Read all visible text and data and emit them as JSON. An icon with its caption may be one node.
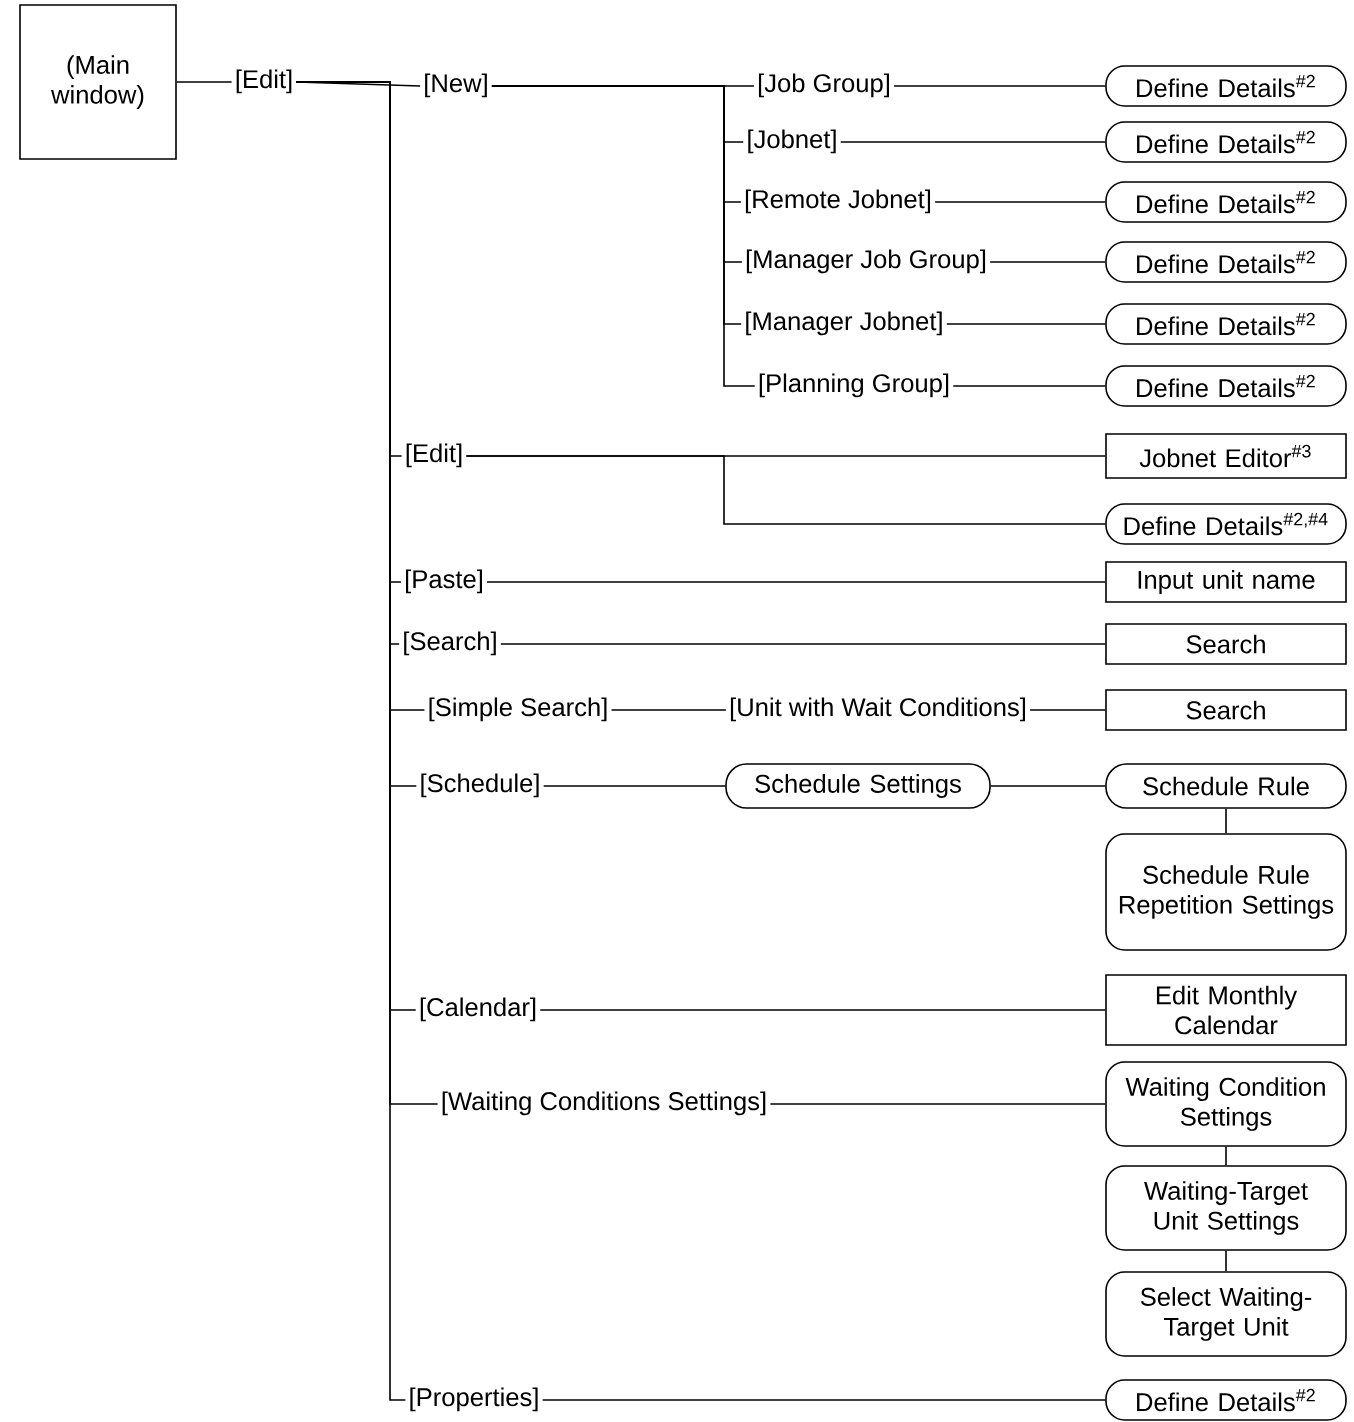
{
  "diagram": {
    "nodes": [
      {
        "text": [
          "(Main window)"
        ]
      },
      {
        "text": [
          "[Edit]"
        ]
      },
      {
        "text": [
          "[New]"
        ]
      },
      {
        "text": [
          "[Job Group]"
        ]
      },
      {
        "text": [
          "Define Details$^{#2}$"
        ]
      },
      {
        "text": [
          "[Jobnet]"
        ]
      },
      {
        "text": [
          "Define Details$^{#2}$"
        ]
      },
      {
        "text": [
          "[Remote Jobnet]"
        ]
      },
      {
        "text": [
          "Define Details$^{#2}$"
        ]
      },
      {
        "text": [
          "[Manager Job Group]"
        ]
      },
      {
        "text": [
          "Define Details$^{#2}$"
        ]
      },
      {
        "text": [
          "[Manager Jobnet]"
        ]
      },
      {
        "text": [
          "Define Details$^{#2}$"
        ]
      },
      {
        "text": [
          "[Planning Group]"
        ]
      },
      {
        "text": [
          "Define Details$^{#2}$"
        ]
      },
      {
        "text": [
          "[Edit]"
        ]
      },
      {
        "text": [
          "Jobnet Editor$^{#3}$"
        ]
      },
      {
        "text": [
          "Define Details$^{#2,#4}$"
        ]
      },
      {
        "text": [
          "[Paste]"
        ]
      },
      {
        "text": [
          "Input unit name"
        ]
      },
      {
        "text": [
          "[Search]"
        ]
      },
      {
        "text": [
          "Search"
        ]
      },
      {
        "text": [
          "[Simple Search]"
        ]
      },
      {
        "text": [
          "[Unit with Wait Conditions]"
        ]
      },
      {
        "text": [
          "Search"
        ]
      },
      {
        "text": [
          "[Schedule]"
        ]
      },
      {
        "text": [
          "Schedule Settings"
        ]
      },
      {
        "text": [
          "Schedule Rule"
        ]
      },
      {
        "text": [
          "Schedule Rule Repetition Settings"
        ]
      },
      {
        "text": [
          "[Calendar]"
        ]
      },
      {
        "text": [
          "Edit Monthly Calendar"
        ]
      },
      {
        "text": [
          "[Waiting Conditions Settings]"
        ]
      },
      {
        "text": [
          "Waiting Condition Settings"
        ]
      },
      {
        "text": [
          "Waiting-Target Unit Settings"
        ]
      },
      {
        "text": [
          "Select Waiting-Target Unit"
        ]
      },
      {
        "text": [
          "[Properties]"
        ]
      },
      {
        "text": [
          "Define Details$^{#2}$"
        ]
      }
    ],
    "edges": [
      {
        "from": 0,
        "to": 1,
        "arrow": "none"
      },
      {
        "from": 1,
        "to": 2,
        "arrow": "none"
      },
      {
        "from": 2,
        "to": 3,
        "arrow": "none"
      },
      {
        "from": 3,
        "to": 4,
        "arrow": "none"
      },
      {
        "from": 2,
        "to": 5,
        "arrow": "none"
      },
      {
        "from": 5,
        "to": 6,
        "arrow": "none"
      },
      {
        "from": 2,
        "to": 7,
        "arrow": "none"
      },
      {
        "from": 7,
        "to": 8,
        "arrow": "none"
      },
      {
        "from": 2,
        "to": 9,
        "arrow": "none"
      },
      {
        "from": 9,
        "to": 10,
        "arrow": "none"
      },
      {
        "from": 2,
        "to": 11,
        "arrow": "none"
      },
      {
        "from": 11,
        "to": 12,
        "arrow": "none"
      },
      {
        "from": 2,
        "to": 13,
        "arrow": "none"
      },
      {
        "from": 13,
        "to": 14,
        "arrow": "none"
      },
      {
        "from": 1,
        "to": 15,
        "arrow": "none"
      },
      {
        "from": 15,
        "to": 16,
        "arrow": "none"
      },
      {
        "from": 15,
        "to": 17,
        "arrow": "none"
      },
      {
        "from": 1,
        "to": 18,
        "arrow": "none"
      },
      {
        "from": 18,
        "to": 19,
        "arrow": "none"
      },
      {
        "from": 1,
        "to": 20,
        "arrow": "none"
      },
      {
        "from": 20,
        "to": 21,
        "arrow": "none"
      },
      {
        "from": 1,
        "to": 22,
        "arrow": "none"
      },
      {
        "from": 22,
        "to": 23,
        "arrow": "none"
      },
      {
        "from": 23,
        "to": 24,
        "arrow": "none"
      },
      {
        "from": 1,
        "to": 25,
        "arrow": "none"
      },
      {
        "from": 25,
        "to": 26,
        "arrow": "none"
      },
      {
        "from": 26,
        "to": 27,
        "arrow": "none"
      },
      {
        "from": 27,
        "to": 28,
        "arrow": "none"
      },
      {
        "from": 1,
        "to": 29,
        "arrow": "none"
      },
      {
        "from": 29,
        "to": 30,
        "arrow": "none"
      },
      {
        "from": 1,
        "to": 31,
        "arrow": "none"
      },
      {
        "from": 31,
        "to": 32,
        "arrow": "none"
      },
      {
        "from": 32,
        "to": 33,
        "arrow": "none"
      },
      {
        "from": 33,
        "to": 34,
        "arrow": "none"
      },
      {
        "from": 1,
        "to": 35,
        "arrow": "none"
      },
      {
        "from": 35,
        "to": 36,
        "arrow": "none"
      }
    ]
  }
}
